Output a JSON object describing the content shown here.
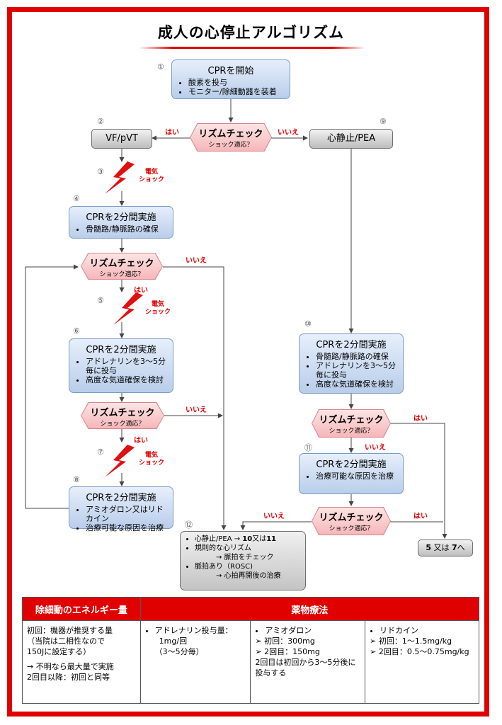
{
  "title": "成人の心停止アルゴリズム",
  "markers": {
    "yes": "はい",
    "no": "いいえ",
    "shock": [
      "電気",
      "ショック"
    ]
  },
  "nums": [
    "①",
    "②",
    "③",
    "④",
    "⑤",
    "⑥",
    "⑦",
    "⑧",
    "⑨",
    "⑩",
    "⑪",
    "⑫"
  ],
  "start": {
    "title": "CPRを開始",
    "items": [
      "酸素を投与",
      "モニター/除細動器を装着"
    ]
  },
  "rhythm_check": {
    "title": "リズムチェック",
    "sub": "ショック適応？"
  },
  "vf": "VF/pVT",
  "asys": "心静止/PEA",
  "cpr4": {
    "title": "CPRを2分間実施",
    "items": [
      "骨髄路/静脈路の確保"
    ]
  },
  "cpr6": {
    "title": "CPRを2分間実施",
    "items": [
      "アドレナリンを3～5分毎に投与",
      "高度な気道確保を検討"
    ]
  },
  "cpr8": {
    "title": "CPRを2分間実施",
    "items": [
      "アミオダロン又はリドカイン",
      "治療可能な原因を治療"
    ]
  },
  "cpr10": {
    "title": "CPRを2分間実施",
    "items": [
      "骨髄路/静脈路の確保",
      "アドレナリンを3～5分毎に投与",
      "高度な気道確保を検討"
    ]
  },
  "cpr11": {
    "title": "CPRを2分間実施",
    "items": [
      "治療可能な原因を治療"
    ]
  },
  "goto": {
    "a": "5",
    "mid": " 又は ",
    "b": "7",
    "end": "へ"
  },
  "outcome": {
    "l1a": "心静止/PEA → ",
    "l1b": "10",
    "l1c": "又は",
    "l1d": "11",
    "l2": "規則的な心リズム",
    "l2s": "→ 脈拍をチェック",
    "l3": "脈拍あり（ROSC)",
    "l3s": "→ 心拍再開後の治療"
  },
  "table": {
    "h1": "除細動のエネルギー量",
    "h2": "薬物療法",
    "c1": [
      "初回：機器が推奨する量",
      "（当院は二相性なので",
      "150Jに設定する）",
      "",
      "→ 不明なら最大量で実施",
      "2回目以降：初回と同等"
    ],
    "c2": {
      "head": "アドレナリン投与量：",
      "lines": [
        "1mg/回",
        "（3～5分毎）"
      ]
    },
    "c3": {
      "head": "アミオダロン",
      "a": "初回：300mg",
      "b": "2回目：150mg",
      "note": "2回目は初回から3～5分後に投与する"
    },
    "c4": {
      "head": "リドカイン",
      "a": "初回：1～1.5mg/kg",
      "b": "2回目：0.5～0.75mg/kg"
    }
  },
  "colors": {
    "red": "#e00000",
    "blue_box": "#c8d9f0",
    "gray_box": "#cfcfcf",
    "pink_hex": "#f6b7b9"
  }
}
